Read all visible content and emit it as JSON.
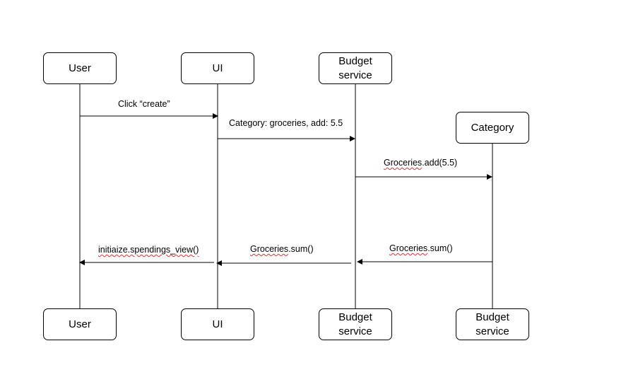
{
  "participants": {
    "user_top": "User",
    "ui_top": "UI",
    "budget_top": "Budget\nservice",
    "category": "Category",
    "user_bottom": "User",
    "ui_bottom": "UI",
    "budget_bottom": "Budget\nservice",
    "budget_bottom_2": "Budget\nservice"
  },
  "messages": {
    "click_create": "Click “create”",
    "category_groceries": "Category: groceries, add: 5.5",
    "groceries_add_obj": "Groceries",
    "groceries_add_rest": ".add(5.5)",
    "groceries_sum_1_obj": "Groceries",
    "groceries_sum_1_rest": ".sum()",
    "groceries_sum_2_obj": "Groceries",
    "groceries_sum_2_rest": ".sum()",
    "init_view": "initiaize.spendings_view()"
  },
  "colors": {
    "line": "#000000",
    "spellcheck": "#dd3333"
  }
}
